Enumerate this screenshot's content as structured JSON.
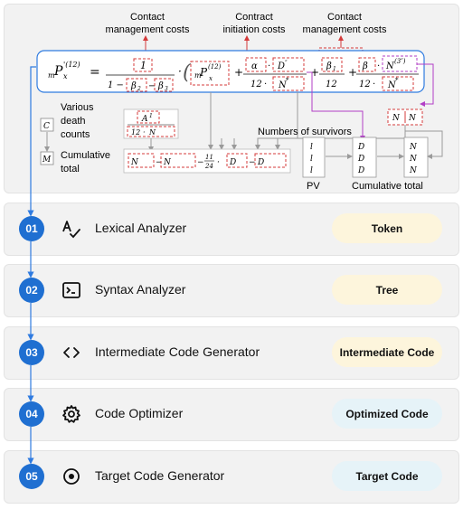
{
  "formula": {
    "annotations": {
      "contact_management_1": [
        "Contact",
        "management costs"
      ],
      "contract_initiation": [
        "Contract",
        "initiation costs"
      ],
      "contact_management_2": [
        "Contact",
        "management costs"
      ],
      "various_death_counts": [
        "Various",
        "death",
        "counts"
      ],
      "cumulative_total_left": [
        "Cumulative",
        "total"
      ],
      "numbers_of_survivors": "Numbers of survivors",
      "pv": "PV",
      "cumulative_total_right": "Cumulative total"
    },
    "symbols": {
      "lhs": "P",
      "lhs_sub_left": "m",
      "lhs_sub": "x",
      "lhs_sup": "'(12)",
      "eq": "=",
      "one": "1",
      "one_minus": "1 −",
      "beta2": "β",
      "beta2_sub": "2",
      "beta3": "β",
      "beta3_sub": "3",
      "minus": "−",
      "plus": "+",
      "dot": "·",
      "p_inner": "P",
      "p_inner_sup": "(12)",
      "alpha": "α",
      "d": "D",
      "d_sup": "″",
      "twelve": "12",
      "n_star": "N",
      "n_star_sup": "*",
      "beta1": "β",
      "beta1_sub": "1",
      "beta_single": "β",
      "n3": "N",
      "n3_sup": "(3″)",
      "small_c": "C",
      "small_m": "M",
      "a_sym": "A",
      "a_sup": "1",
      "eleven": "11",
      "twentyfour": "24",
      "nx": "N",
      "l": "l",
      "dx": "D"
    },
    "marker_color": "#d43b3b",
    "connector_color": "#b23ec6",
    "flow_color": "#2f7be0"
  },
  "stages": [
    {
      "num": "01",
      "title": "Lexical Analyzer",
      "output": "Token",
      "icon": "spell-check-icon",
      "tone": "warm"
    },
    {
      "num": "02",
      "title": "Syntax Analyzer",
      "output": "Tree",
      "icon": "terminal-icon",
      "tone": "warm"
    },
    {
      "num": "03",
      "title": "Intermediate Code Generator",
      "output": "Intermediate Code",
      "icon": "code-brackets-icon",
      "tone": "warm"
    },
    {
      "num": "04",
      "title": "Code Optimizer",
      "output": "Optimized Code",
      "icon": "gear-icon",
      "tone": "cool"
    },
    {
      "num": "05",
      "title": "Target Code Generator",
      "output": "Target Code",
      "icon": "target-icon",
      "tone": "cool"
    }
  ],
  "colors": {
    "badge": "#1f6fd1",
    "warm_pill": "#fdf5dc",
    "cool_pill": "#e6f3f8"
  }
}
